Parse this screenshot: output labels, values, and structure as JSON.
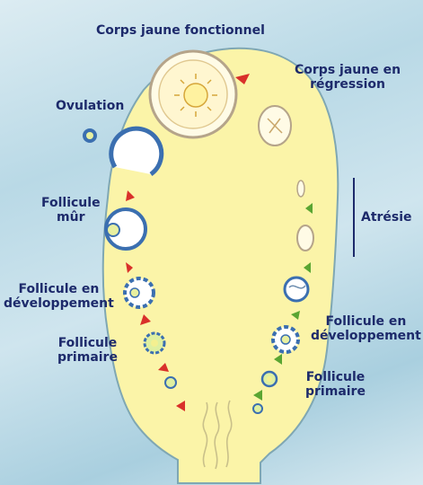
{
  "labels": {
    "top": "Corps jaune fonctionnel",
    "corps_jaune_regression": [
      "Corps jaune en",
      "régression"
    ],
    "ovulation": "Ovulation",
    "follicule_mur": [
      "Follicule",
      "mûr"
    ],
    "atresie": "Atrésie",
    "follicule_dev_left": [
      "Follicule en",
      "développement"
    ],
    "follicule_dev_right": [
      "Follicule en",
      "développement"
    ],
    "follicule_primaire_left": [
      "Follicule",
      "primaire"
    ],
    "follicule_primaire_right": [
      "Follicule",
      "primaire"
    ]
  },
  "colors": {
    "ovary": "#fbf4a8",
    "ovary_edge": "#7fa7b3",
    "label_text": "#1d2a6b",
    "arrow_red": "#d9302a",
    "arrow_green": "#5aa532",
    "follicle_blue": "#3b6fb0"
  }
}
